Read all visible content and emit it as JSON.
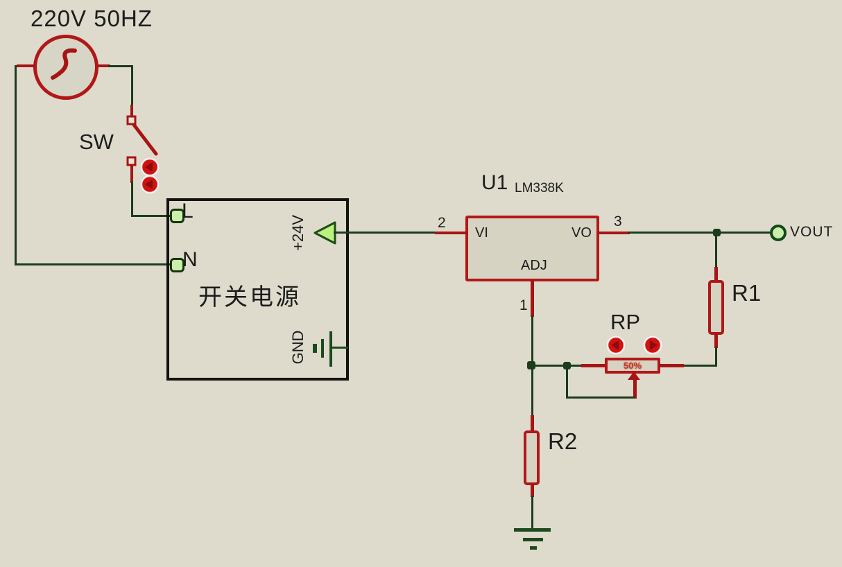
{
  "colors": {
    "background": "#dedbcd",
    "wire_green": "#1c3c1c",
    "symbol_green": "#1d4a1d",
    "stub_red": "#a81414",
    "component_red": "#b21717",
    "bright_red": "#d01212",
    "component_fill": "#d6d3c2",
    "pad_fill": "#c9efab",
    "arrow_fill": "#bdf07e",
    "outline_black": "#131310",
    "text": "#1c1c1c",
    "pot_value_red": "#c23a28"
  },
  "ac_source": {
    "label": "220V 50HZ"
  },
  "switch": {
    "label": "SW"
  },
  "psu": {
    "name": "开关电源",
    "pin_l": "L",
    "pin_n": "N",
    "pin_24v": "+24V",
    "pin_gnd": "GND"
  },
  "regulator": {
    "ref": "U1",
    "part": "LM338K",
    "pin_vi": "VI",
    "pin_vo": "VO",
    "pin_adj": "ADJ",
    "num_vi": "2",
    "num_vo": "3",
    "num_adj": "1"
  },
  "r1": {
    "label": "R1"
  },
  "r2": {
    "label": "R2"
  },
  "pot": {
    "label": "RP",
    "value": "50%"
  },
  "output": {
    "label": "VOUT"
  }
}
